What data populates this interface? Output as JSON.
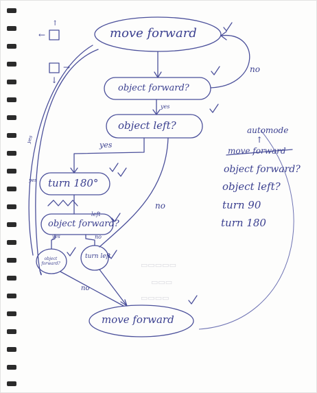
{
  "flowchart": {
    "move_forward_top": "move forward",
    "object_forward": "object forward?",
    "object_left": "object left?",
    "turn_180": "turn 180°",
    "object_forward_2": "object forward?",
    "object_forward_small": "object forward?",
    "turn_left": "turn left",
    "move_forward_bottom": "move forward",
    "left_annotation": "left",
    "edge_labels": {
      "no_top": "no",
      "yes_1": "yes",
      "yes_2": "yes",
      "no_mid": "no",
      "yes_side": "yes",
      "yes_small": "yes",
      "no_small": "no",
      "no_bottom": "no",
      "yes_turn": "yes"
    },
    "arrow_glyphs": {
      "up": "↑",
      "left": "←",
      "right": "→",
      "down": "↓"
    }
  },
  "side_notes": {
    "title": "automode",
    "arrow": "↑",
    "items": [
      "move forward",
      "object forward?",
      "object left?",
      "turn 90",
      "turn 180"
    ]
  },
  "colors": {
    "ink": "#3a3f8f",
    "paper": "#fdfdfc",
    "spiral": "#2b2b2b"
  }
}
